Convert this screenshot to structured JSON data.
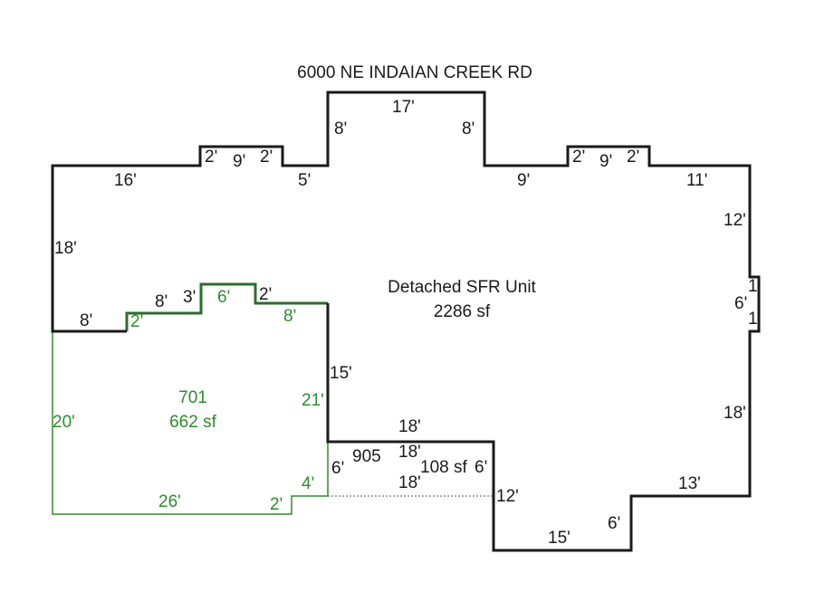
{
  "title": "6000 NE INDAIAN CREEK RD",
  "colors": {
    "main": "#1a1a1a",
    "area701": "#2e8b2e",
    "area905": "#1a1a1a"
  },
  "main_area": {
    "name": "Detached SFR Unit",
    "sf": "2286 sf",
    "dims": [
      "16'",
      "2'",
      "9'",
      "2'",
      "5'",
      "8'",
      "17'",
      "8'",
      "9'",
      "2'",
      "9'",
      "2'",
      "11'",
      "12'",
      "1",
      "6'",
      "1",
      "18'",
      "13'",
      "6'",
      "15'",
      "12'",
      "18'",
      "15'",
      "8'",
      "2'",
      "3'",
      "8'",
      "8'",
      "18'"
    ]
  },
  "area_701": {
    "name": "701",
    "sf": "662 sf",
    "dims": [
      "20'",
      "2'",
      "6'",
      "8'",
      "21'",
      "4'",
      "2'",
      "26'"
    ]
  },
  "area_905": {
    "name": "905",
    "sf": "108 sf",
    "dims": [
      "6'",
      "18'",
      "18'",
      "6'"
    ]
  }
}
